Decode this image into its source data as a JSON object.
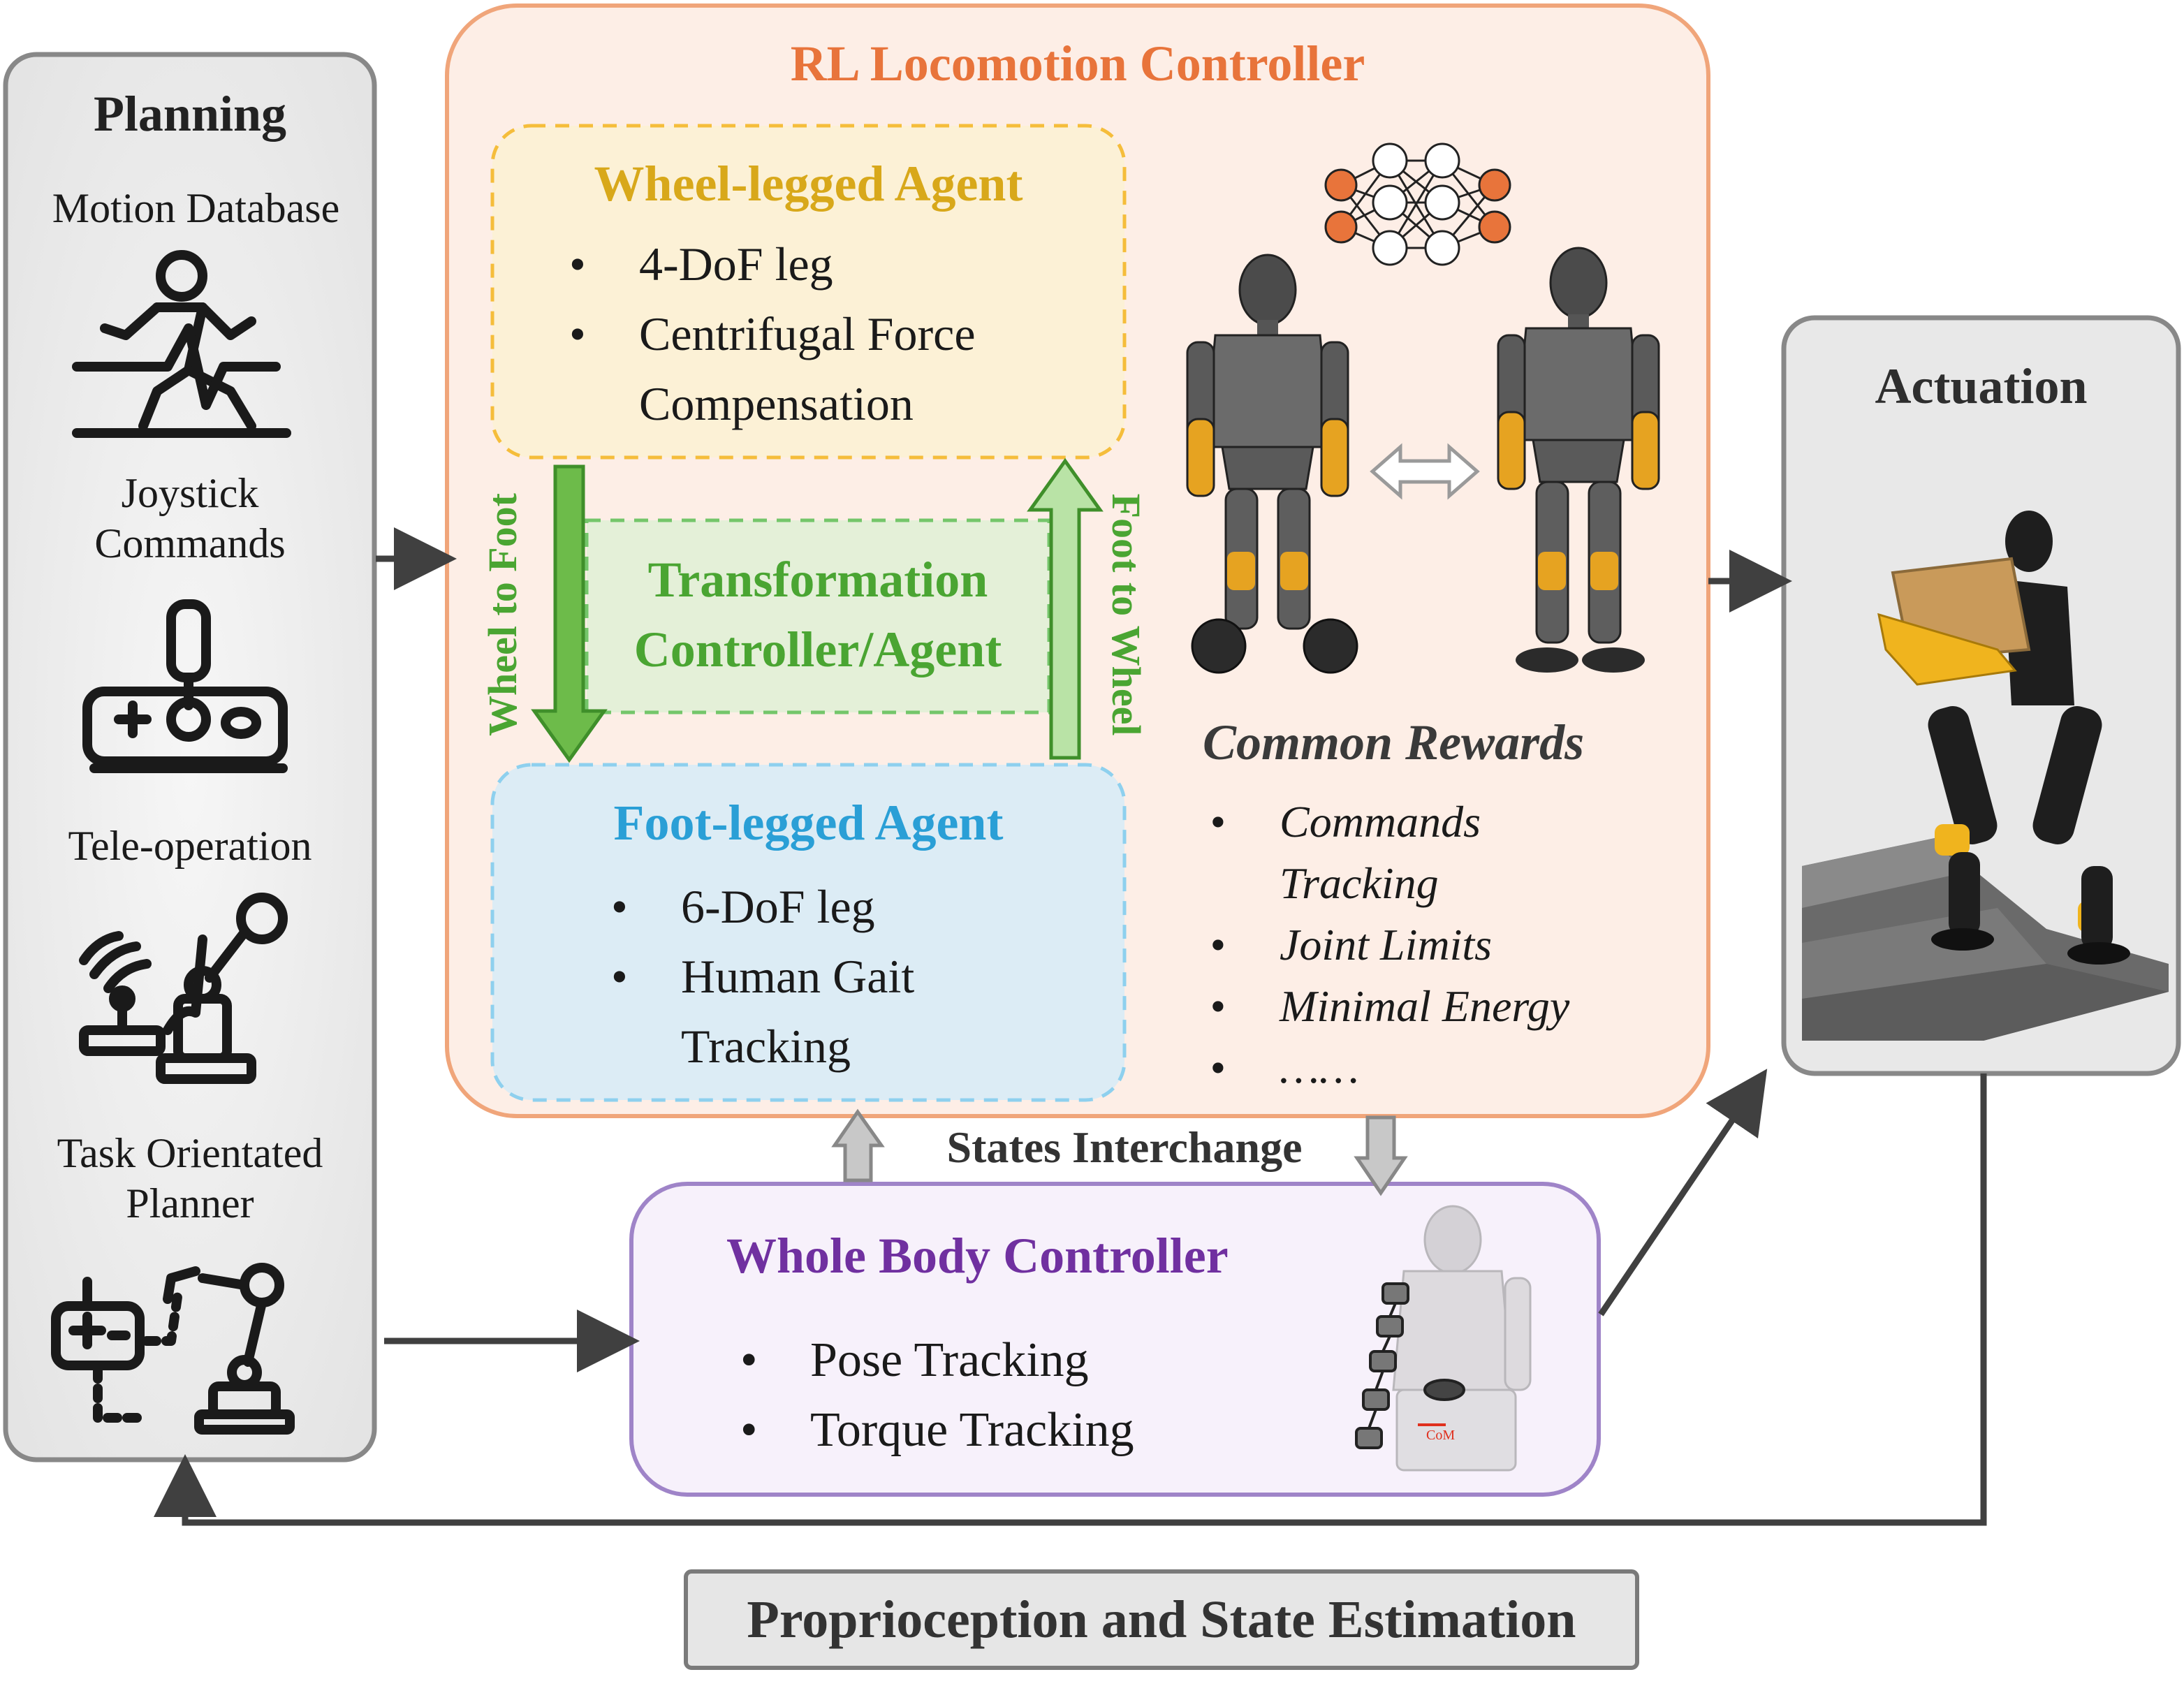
{
  "planning": {
    "title": "Planning",
    "items": [
      {
        "label": "Motion Database",
        "icon": "running-person-icon"
      },
      {
        "label": "Joystick\nCommands",
        "icon": "joystick-icon"
      },
      {
        "label": "Tele-operation",
        "icon": "teleoperation-arm-icon"
      },
      {
        "label": "Task Orientated\nPlanner",
        "icon": "planner-arm-icon"
      }
    ]
  },
  "rl": {
    "title": "RL Locomotion Controller",
    "wheel_agent": {
      "title": "Wheel-legged Agent",
      "bullets": [
        "4-DoF leg",
        "Centrifugal Force",
        "Compensation"
      ]
    },
    "transform": {
      "title_line1": "Transformation",
      "title_line2": "Controller/Agent",
      "wheel_to_foot": "Wheel to Foot",
      "foot_to_wheel": "Foot to Wheel"
    },
    "foot_agent": {
      "title": "Foot-legged Agent",
      "bullets": [
        "6-DoF leg",
        "Human Gait",
        "Tracking"
      ]
    },
    "rewards": {
      "title": "Common Rewards",
      "items": [
        "Commands",
        "Tracking",
        "Joint Limits",
        "Minimal Energy",
        "……"
      ]
    }
  },
  "actuation": {
    "title": "Actuation"
  },
  "wbc": {
    "title": "Whole Body Controller",
    "bullets": [
      "Pose Tracking",
      "Torque Tracking"
    ],
    "com_label": "CoM"
  },
  "states_interchange": "States Interchange",
  "feedback": {
    "label": "Proprioception and State Estimation"
  },
  "colors": {
    "rl_border": "#f0a57a",
    "rl_fill": "#fdeee6",
    "rl_title": "#e8743b",
    "wheel_title": "#d8a81a",
    "wheel_fill": "#fcf1d6",
    "wheel_border": "#f5bd3b",
    "foot_title": "#2a9fd6",
    "foot_fill": "#dcecf5",
    "foot_border": "#8ed0ee",
    "transform_green": "#4aa532",
    "wbc_title": "#7030a0",
    "wbc_border": "#9f84c8",
    "wbc_fill": "#f7f1fb",
    "grey_fill": "#ececec",
    "grey_border": "#888888"
  }
}
